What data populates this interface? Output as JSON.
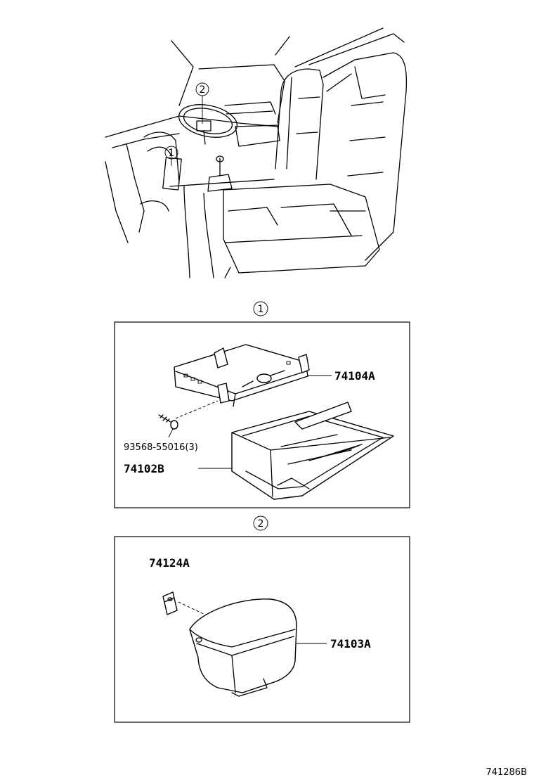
{
  "callouts": {
    "ref1": "1",
    "ref2": "2"
  },
  "section1": {
    "title_ref": "1",
    "parts": {
      "bracket": "74104A",
      "screw": "93568-55016(3)",
      "box": "74102B"
    }
  },
  "section2": {
    "title_ref": "2",
    "parts": {
      "clip": "74124A",
      "ashtray": "74103A"
    }
  },
  "diagram_code": "741286B"
}
